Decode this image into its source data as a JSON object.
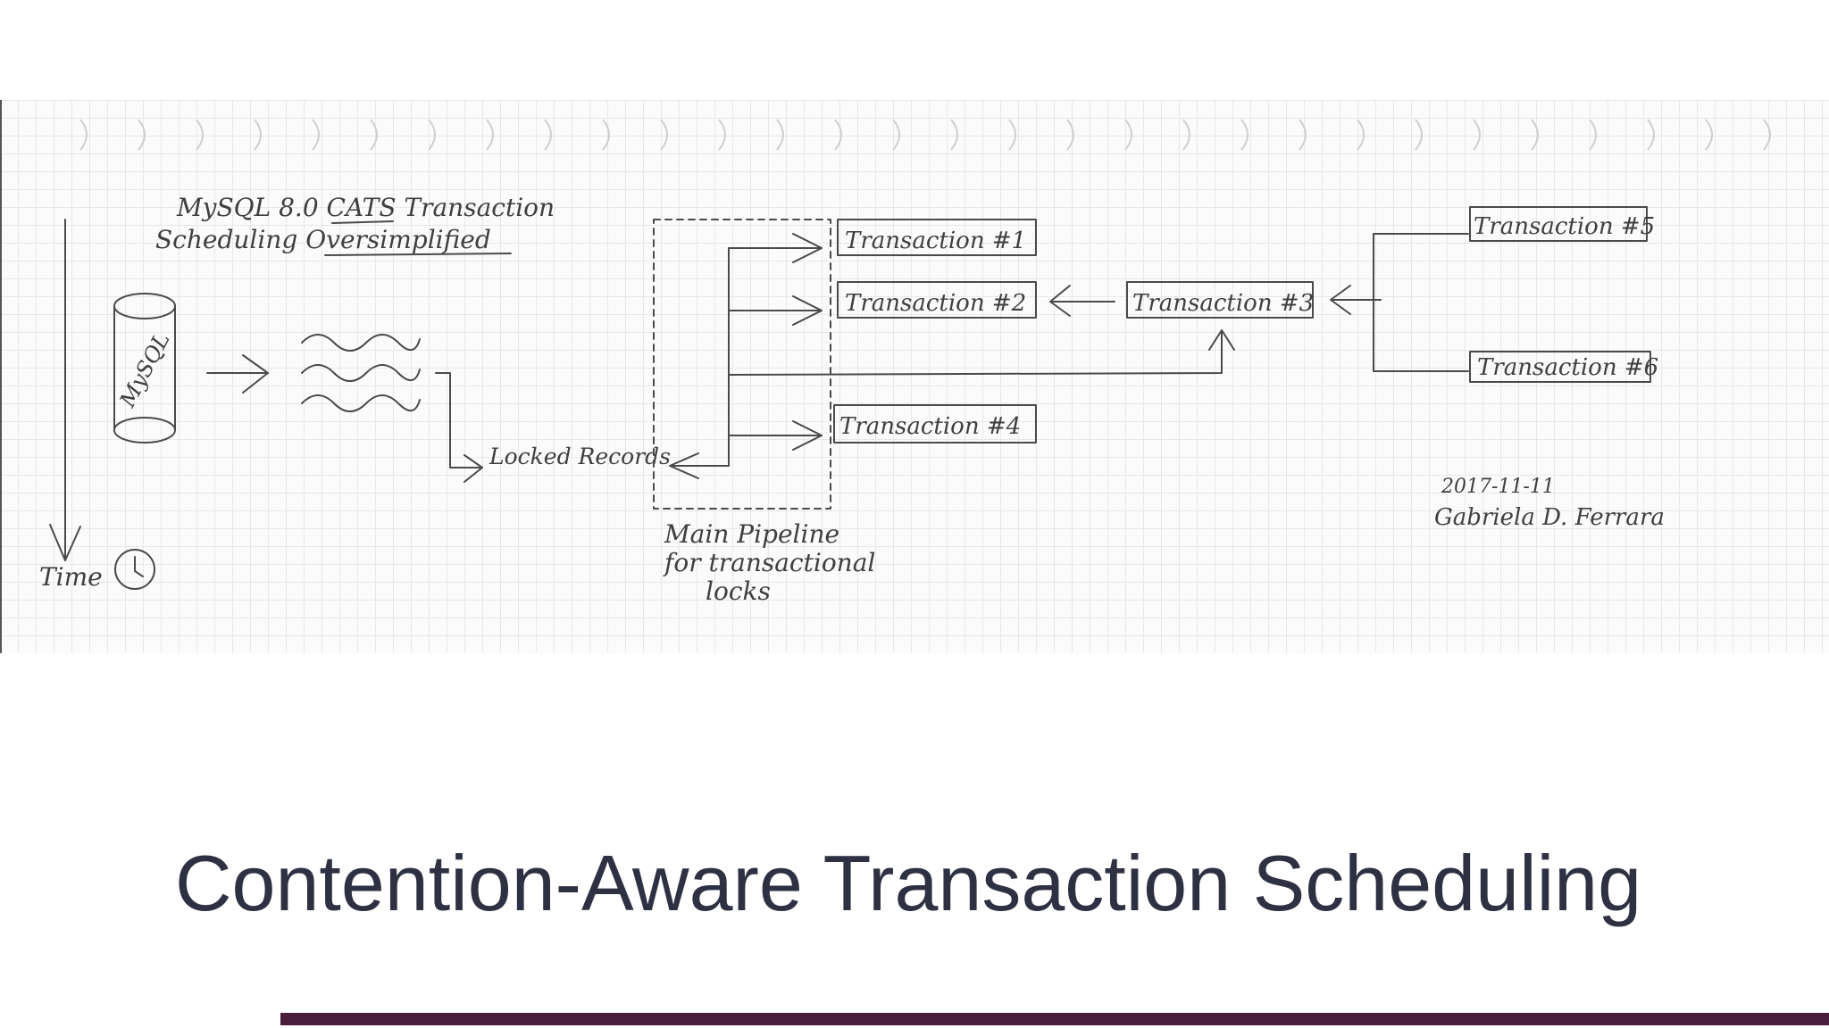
{
  "diagram": {
    "heading_line1": "MySQL 8.0  CATS  Transaction",
    "heading_line2": "Scheduling  Oversimplified",
    "db_label": "MySQL",
    "locked_records": "Locked Records",
    "pipeline_line1": "Main Pipeline",
    "pipeline_line2": "for transactional",
    "pipeline_line3": "locks",
    "time_label": "Time",
    "transactions": [
      "Transaction #1",
      "Transaction #2",
      "Transaction #3",
      "Transaction #4",
      "Transaction #5",
      "Transaction #6"
    ],
    "date": "2017-11-11",
    "author": "Gabriela D. Ferrara"
  },
  "slide": {
    "title": "Contention-Aware Transaction Scheduling"
  },
  "colors": {
    "title_text": "#2d3142",
    "accent_bar": "#4a1d3d",
    "pencil": "#4a4a4a",
    "grid": "#e8e8e8"
  }
}
